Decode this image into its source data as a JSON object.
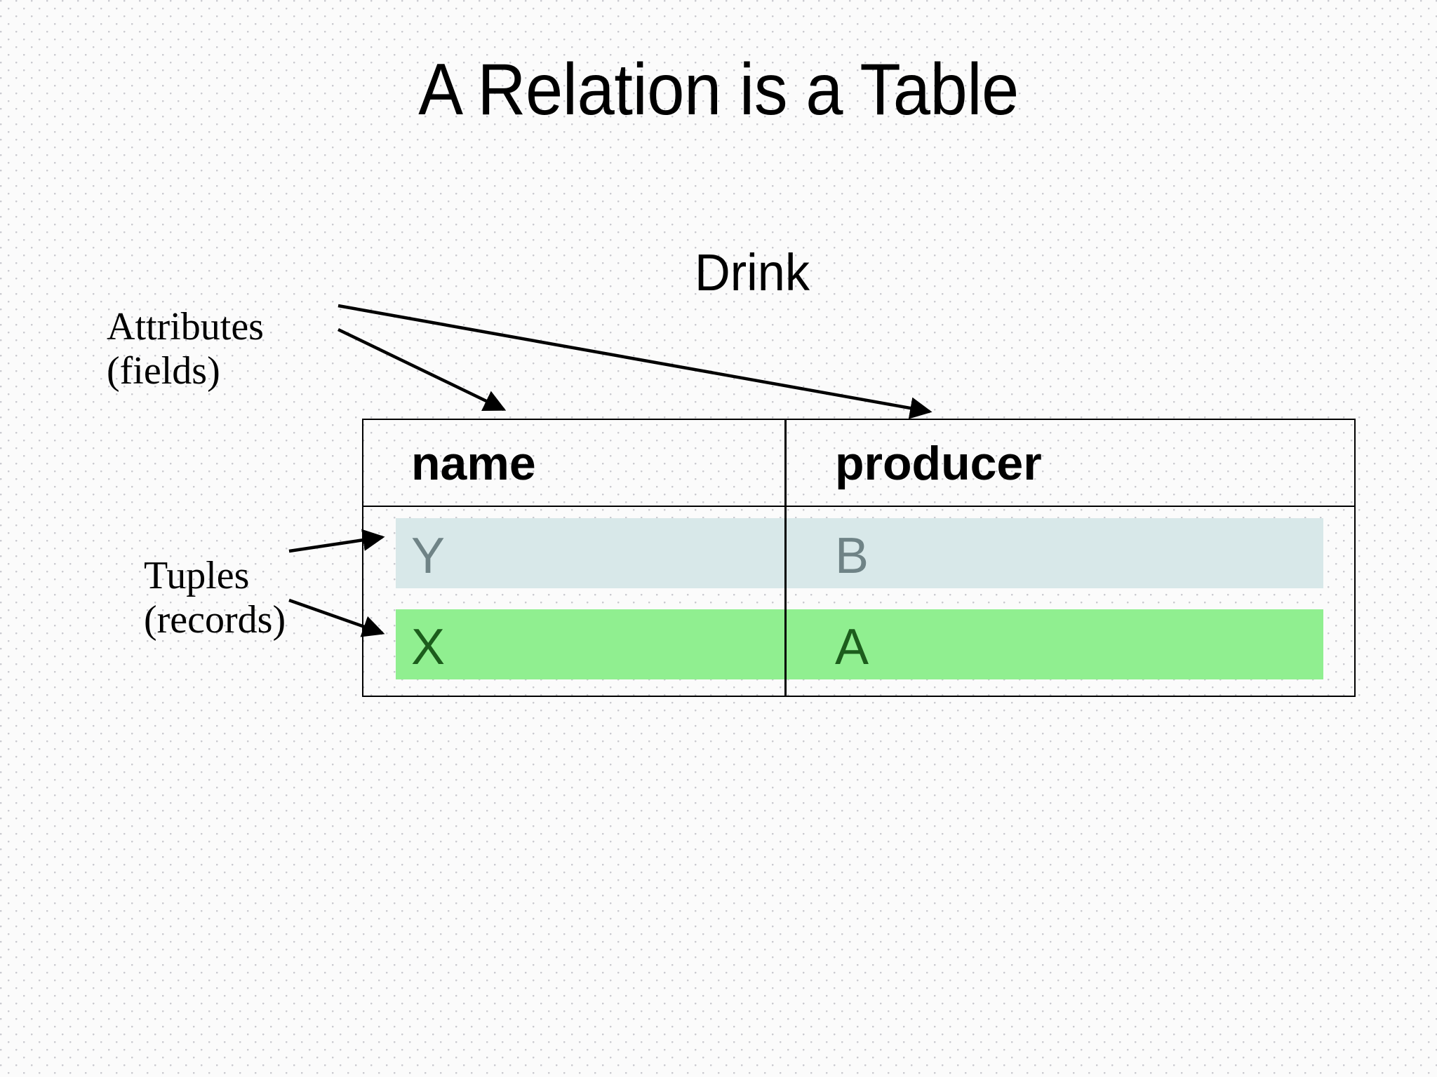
{
  "slide": {
    "title": "A Relation is a Table",
    "background_color": "#fbfbfb"
  },
  "relation": {
    "name": "Drink",
    "columns": [
      "name",
      "producer"
    ],
    "rows": [
      {
        "name": "Y",
        "producer": "B",
        "highlight_color": "#d8e8e9",
        "text_color": "#6f8386"
      },
      {
        "name": "X",
        "producer": "A",
        "highlight_color": "#90ef90",
        "text_color": "#1c5d1c"
      }
    ]
  },
  "annotations": [
    {
      "id": "attributes",
      "line1": "Attributes",
      "line2": "(fields)"
    },
    {
      "id": "tuples",
      "line1": "Tuples",
      "line2": "(records)"
    }
  ]
}
